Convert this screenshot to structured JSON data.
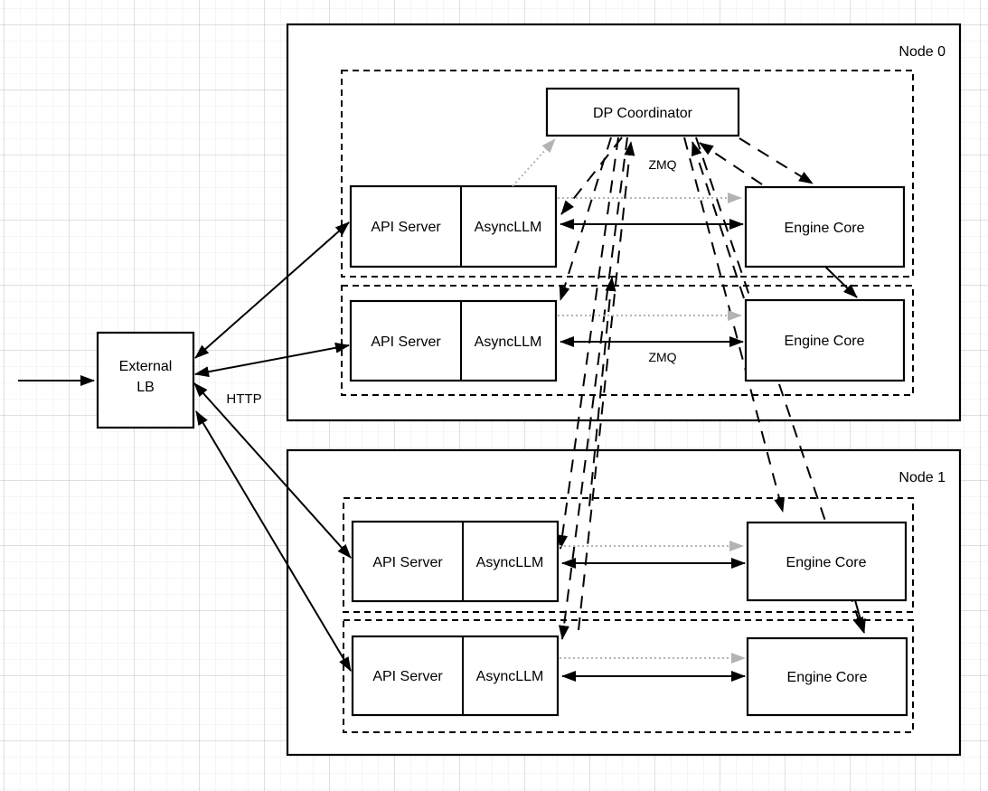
{
  "diagram": {
    "nodes": {
      "node0": "Node 0",
      "node1": "Node 1"
    },
    "boxes": {
      "external_lb_line1": "External",
      "external_lb_line2": "LB",
      "dp_coordinator": "DP Coordinator",
      "api_server": "API Server",
      "asyncllm": "AsyncLLM",
      "engine_core": "Engine Core"
    },
    "edge_labels": {
      "http": "HTTP",
      "zmq_coordinator": "ZMQ",
      "zmq_engine": "ZMQ"
    },
    "colors": {
      "stroke": "#000000",
      "gray_arrow": "#b3b3b3",
      "box_fill": "#ffffff"
    }
  }
}
